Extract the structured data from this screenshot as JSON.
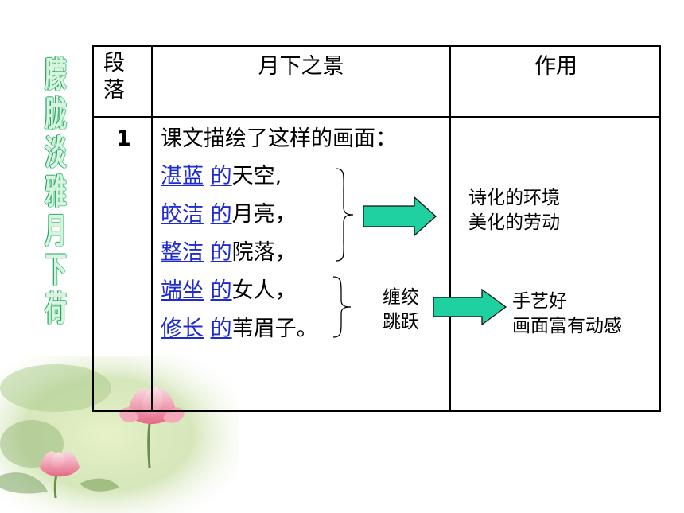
{
  "side_title": [
    "朦",
    "胧",
    "淡",
    "雅",
    "月",
    "下",
    "荷"
  ],
  "table": {
    "header": {
      "col1": [
        "段",
        "落"
      ],
      "col2": "月下之景",
      "col3": "作用"
    },
    "row1": {
      "num": "1",
      "intro": "课文描绘了这样的画面：",
      "lines": [
        {
          "link": "湛蓝",
          "de": "的",
          "rest": "天空,"
        },
        {
          "link": "皎洁",
          "de": "的",
          "rest": "月亮，"
        },
        {
          "link": "整洁",
          "de": "的",
          "rest": "院落，"
        },
        {
          "link": "端坐",
          "de": "的",
          "rest": "女人，"
        },
        {
          "link": "修长",
          "de": "的",
          "rest": "苇眉子。"
        }
      ],
      "label_middle": [
        "缠绞",
        "跳跃"
      ],
      "effect_top": [
        "诗化的环境",
        "美化的劳动"
      ],
      "effect_bottom": [
        "手艺好",
        "画面富有动感"
      ]
    }
  },
  "colors": {
    "arrow": "#1fd1a0",
    "link": "#1d2bd0",
    "title_fill": "#d8f4dc",
    "title_outline": "#2aa36b"
  }
}
